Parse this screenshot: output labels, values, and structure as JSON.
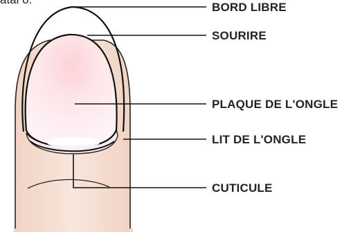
{
  "top_fragment": "atal o.",
  "labels": {
    "bord_libre": "BORD LIBRE",
    "sourire": "SOURIRE",
    "plaque": "PLAQUE DE L'ONGLE",
    "lit": "LIT DE L'ONGLE",
    "cuticule": "CUTICULE"
  },
  "colors": {
    "skin": "#f7e3d8",
    "nail_plate": "#fde8ea",
    "nail_highlight": "#fbd6da",
    "outline": "#111111",
    "label": "#222222"
  }
}
